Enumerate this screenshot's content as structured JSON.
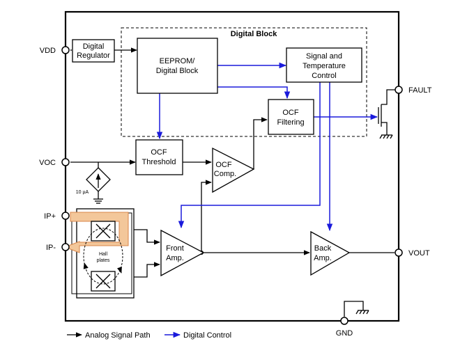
{
  "pins": {
    "vdd": "VDD",
    "voc": "VOC",
    "ip_plus": "IP+",
    "ip_minus": "IP-",
    "fault": "FAULT",
    "vout": "VOUT",
    "gnd": "GND"
  },
  "blocks": {
    "digital_block_title": "Digital Block",
    "digital_regulator": [
      "Digital",
      "Regulator"
    ],
    "eeprom": [
      "EEPROM/",
      "Digital Block"
    ],
    "signal_temp": [
      "Signal and",
      "Temperature",
      "Control"
    ],
    "ocf_filtering": [
      "OCF",
      "Filtering"
    ],
    "ocf_threshold": [
      "OCF",
      "Threshold"
    ],
    "ocf_comp": [
      "OCF",
      "Comp."
    ],
    "front_amp": [
      "Front",
      "Amp."
    ],
    "back_amp": [
      "Back",
      "Amp."
    ],
    "hall_plates": [
      "Hall",
      "plates"
    ],
    "current_source": "10 µA"
  },
  "legend": {
    "analog": "Analog Signal Path",
    "digital": "Digital Control"
  },
  "colors": {
    "digital": "#1a1adb",
    "current_path": "#f3c79a",
    "current_path_stroke": "#d9864a"
  }
}
